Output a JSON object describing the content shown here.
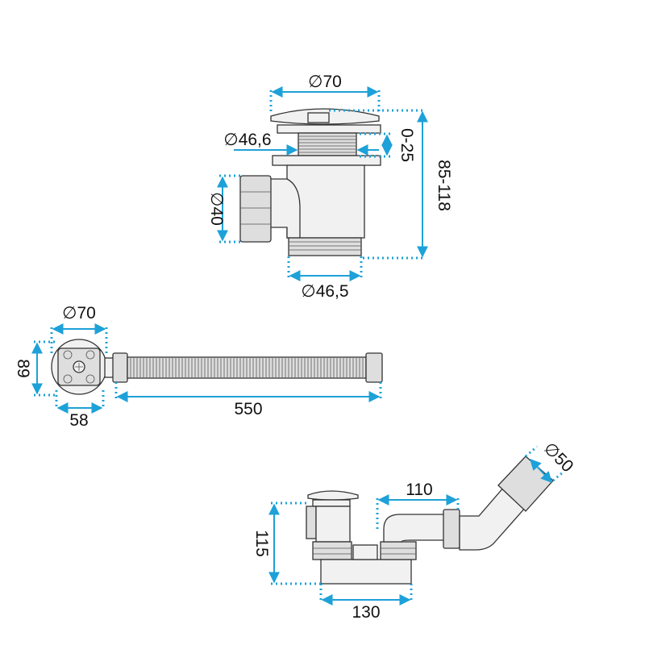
{
  "colors": {
    "dimension": "#1da1d8",
    "outline": "#333333",
    "fill": "#f1f1f1",
    "shade": "#dedede"
  },
  "top_view": {
    "dia_top": "∅70",
    "dia_thread": "∅46,6",
    "adjust": "0-25",
    "height": "85-118",
    "dia_outlet": "∅40",
    "dia_bottom": "∅46,5"
  },
  "middle_view": {
    "dia": "∅70",
    "height": "89",
    "width": "58",
    "length": "550"
  },
  "bottom_view": {
    "dia": "∅50",
    "span_top": "110",
    "height": "115",
    "span_bottom": "130"
  }
}
